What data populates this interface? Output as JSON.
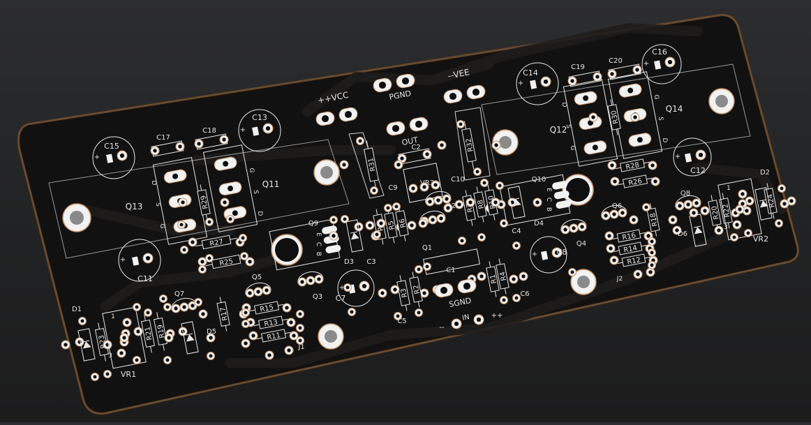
{
  "colors": {
    "background": "#262728",
    "board": "#121111",
    "board_edge": "#6b4a2c",
    "copper_pour": "#1f1d1c",
    "silkscreen": "#e8e8e8",
    "pad": "#f2f2f2",
    "pad_ring": "#c8956a",
    "hole": "#0f0f0f"
  },
  "labels": {
    "vcc": "++VCC",
    "vee": "--VEE",
    "pgnd": "PGND",
    "out": "OUT",
    "sgnd": "SGND",
    "in": "IN",
    "in_minus": "--",
    "in_plus": "++",
    "vr1": "VR1",
    "vr2": "VR2",
    "j1": "J1",
    "j2": "J2",
    "vr3": "VR3"
  },
  "capacitors": [
    {
      "ref": "C15",
      "type": "electrolytic"
    },
    {
      "ref": "C13",
      "type": "electrolytic"
    },
    {
      "ref": "C11",
      "type": "electrolytic"
    },
    {
      "ref": "C14",
      "type": "electrolytic"
    },
    {
      "ref": "C16",
      "type": "electrolytic"
    },
    {
      "ref": "C12",
      "type": "electrolytic"
    },
    {
      "ref": "C7",
      "type": "electrolytic"
    },
    {
      "ref": "C8",
      "type": "electrolytic"
    },
    {
      "ref": "C17",
      "type": "film"
    },
    {
      "ref": "C18",
      "type": "film"
    },
    {
      "ref": "C19",
      "type": "film"
    },
    {
      "ref": "C20",
      "type": "film"
    },
    {
      "ref": "C2",
      "type": "film"
    },
    {
      "ref": "C9",
      "type": "film"
    },
    {
      "ref": "C10",
      "type": "film"
    },
    {
      "ref": "C3",
      "type": "film"
    },
    {
      "ref": "C4",
      "type": "film"
    },
    {
      "ref": "C5",
      "type": "film"
    },
    {
      "ref": "C6",
      "type": "film"
    },
    {
      "ref": "C1",
      "type": "film"
    }
  ],
  "transistors": [
    {
      "ref": "Q13",
      "pins": [
        "D",
        "S",
        "G"
      ]
    },
    {
      "ref": "Q11",
      "pins": [
        "G",
        "S",
        "D"
      ]
    },
    {
      "ref": "Q12",
      "pins": [
        "D",
        "S",
        "G"
      ]
    },
    {
      "ref": "Q14",
      "pins": [
        "G",
        "S",
        "D"
      ]
    },
    {
      "ref": "Q9",
      "pins": [
        "E",
        "C",
        "B"
      ]
    },
    {
      "ref": "Q10",
      "pins": [
        "E",
        "C",
        "B"
      ]
    },
    {
      "ref": "Q1"
    },
    {
      "ref": "Q2"
    },
    {
      "ref": "Q3"
    },
    {
      "ref": "Q4"
    },
    {
      "ref": "Q5"
    },
    {
      "ref": "Q6"
    },
    {
      "ref": "Q7"
    },
    {
      "ref": "Q8"
    }
  ],
  "resistors": [
    "R1",
    "R2",
    "R3",
    "R4",
    "R5",
    "R6",
    "R7",
    "R8",
    "R9",
    "R10",
    "R11",
    "R12",
    "R13",
    "R14",
    "R15",
    "R16",
    "R17",
    "R18",
    "R19",
    "R20",
    "R21",
    "R22",
    "R23",
    "R24",
    "R25",
    "R26",
    "R27",
    "R28",
    "R29",
    "R30",
    "R31",
    "R32"
  ],
  "diodes": [
    "D1",
    "D2",
    "D3",
    "D4",
    "D5",
    "D6"
  ],
  "trimmer_pin_numbers": [
    "1",
    "2",
    "3"
  ],
  "polarity_mark": "+"
}
